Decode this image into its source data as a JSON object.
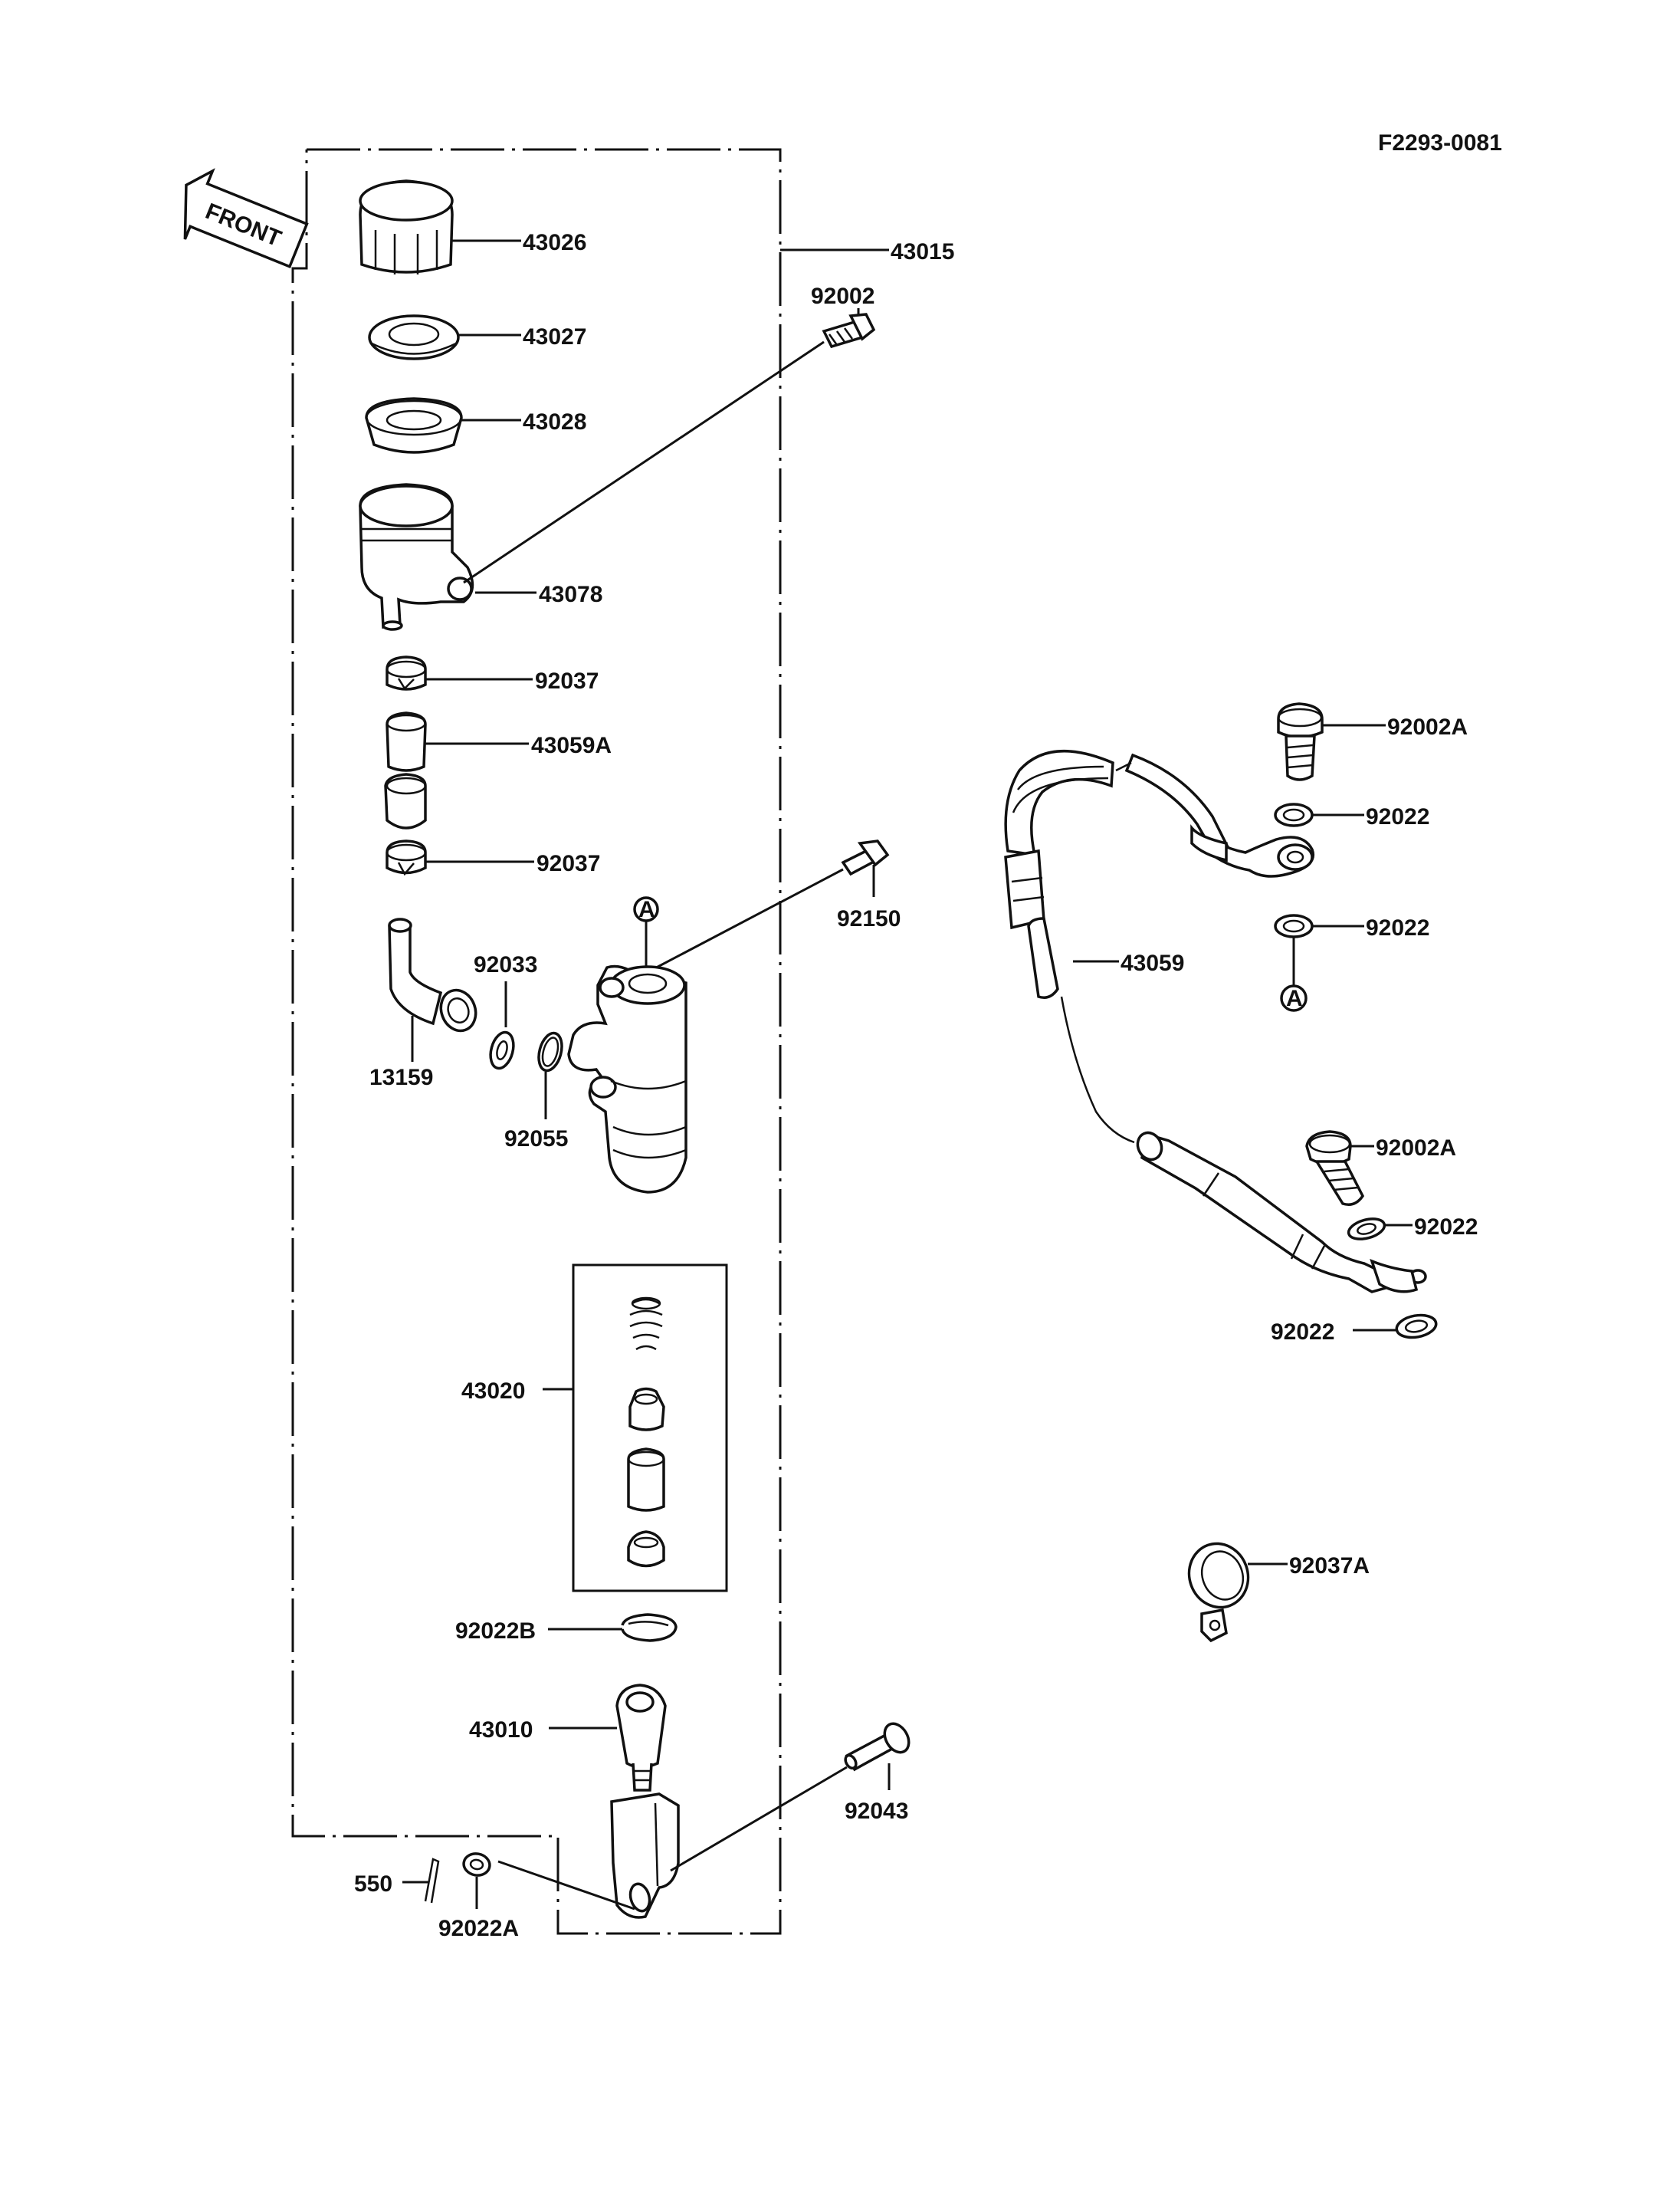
{
  "diagram_ref": "F2293-0081",
  "direction_label": "FRONT",
  "reference_marker": "A",
  "parts": {
    "p43015": "43015",
    "p43026": "43026",
    "p43027": "43027",
    "p43028": "43028",
    "p43078": "43078",
    "p92002": "92002",
    "p92037_upper": "92037",
    "p43059A": "43059A",
    "p92037_lower": "92037",
    "p92150": "92150",
    "p92033": "92033",
    "p13159": "13159",
    "p92055": "92055",
    "p43020": "43020",
    "p92022B": "92022B",
    "p43010": "43010",
    "p92043": "92043",
    "p550": "550",
    "p92022A": "92022A",
    "p92002A_upper": "92002A",
    "p92022_1": "92022",
    "p92022_2": "92022",
    "p43059": "43059",
    "p92002A_lower": "92002A",
    "p92022_3": "92022",
    "p92022_4": "92022",
    "p92037A": "92037A"
  }
}
